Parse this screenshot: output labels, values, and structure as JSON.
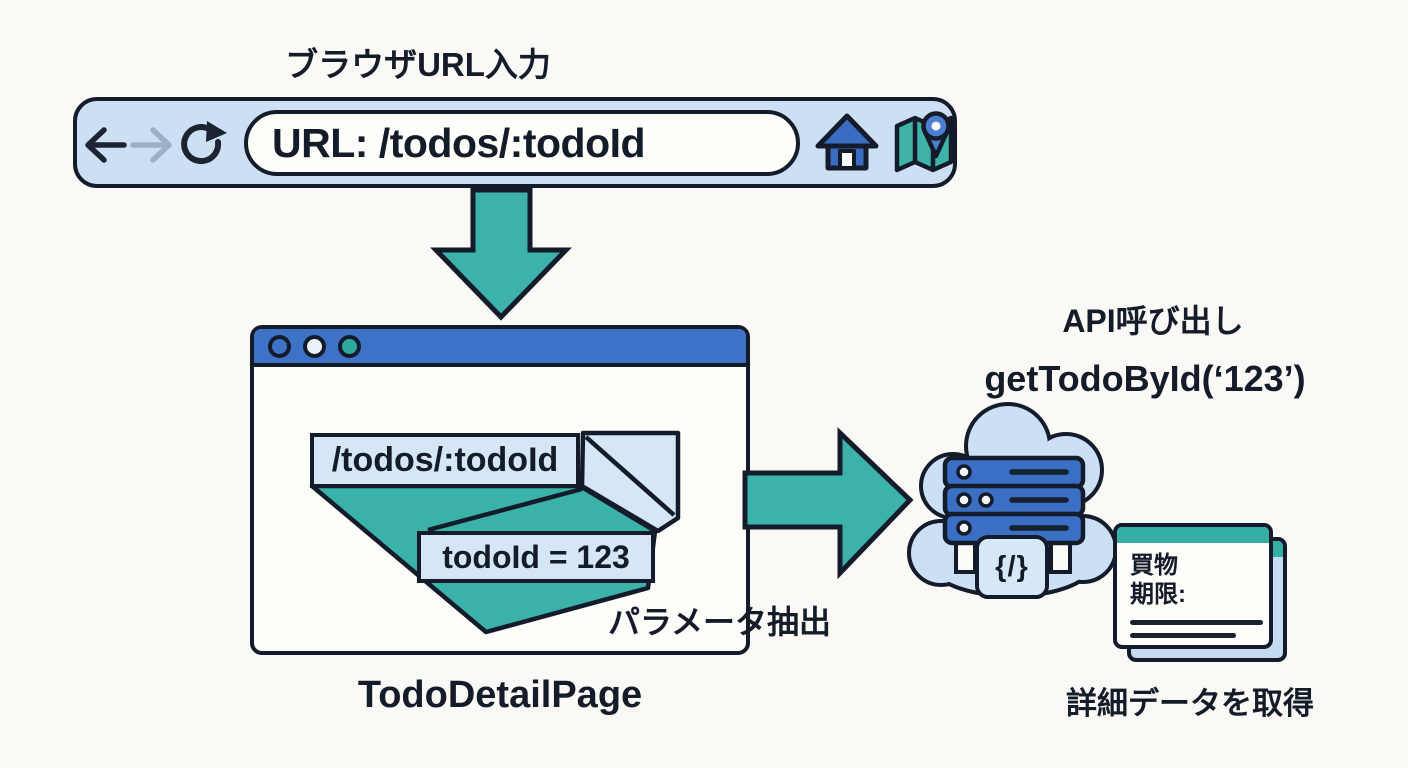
{
  "colors": {
    "teal": "#3CB2AA",
    "blue": "#3E72C6",
    "light_blue": "#CDE0F3",
    "outline": "#141C2C",
    "background": "#FAF9F5"
  },
  "browser": {
    "title": "ブラウザURL入力",
    "url": "URL: /todos/:todoId"
  },
  "window": {
    "name": "TodoDetailPage",
    "route": "/todos/:todoId",
    "param": "todoId = 123",
    "param_label": "パラメータ抽出"
  },
  "api": {
    "title": "API呼び出し",
    "call": "getTodoById(‘123’)",
    "code_symbol": "{/}"
  },
  "result": {
    "card_title": "買物",
    "card_subtitle": "期限:",
    "label": "詳細データを取得"
  }
}
